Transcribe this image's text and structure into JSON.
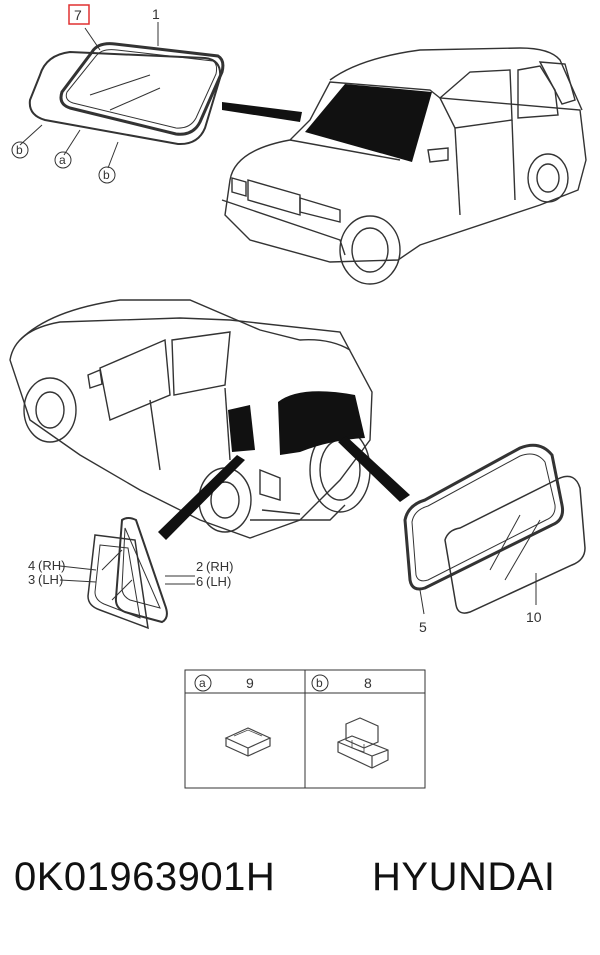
{
  "callouts": {
    "windshield_clip_ref": "7",
    "windshield_glass": "1",
    "windshield_clips": [
      "b",
      "a",
      "b"
    ],
    "quarter_rh_a": "4",
    "quarter_rh_a_side": "(RH)",
    "quarter_lh_a": "3",
    "quarter_lh_a_side": "(LH)",
    "quarter_rh_b": "2",
    "quarter_rh_b_side": "(RH)",
    "quarter_lh_b": "6",
    "quarter_lh_b_side": "(LH)",
    "back_glass_seal": "5",
    "back_glass": "10"
  },
  "legend_table": {
    "col_a_letter": "a",
    "col_a_part": "9",
    "col_b_letter": "b",
    "col_b_part": "8"
  },
  "footer": {
    "part_number": "0K01963901H",
    "brand": "HYUNDAI"
  },
  "colors": {
    "highlight_box": "#e03030",
    "glass_fill": "#111111",
    "line": "#333333"
  }
}
